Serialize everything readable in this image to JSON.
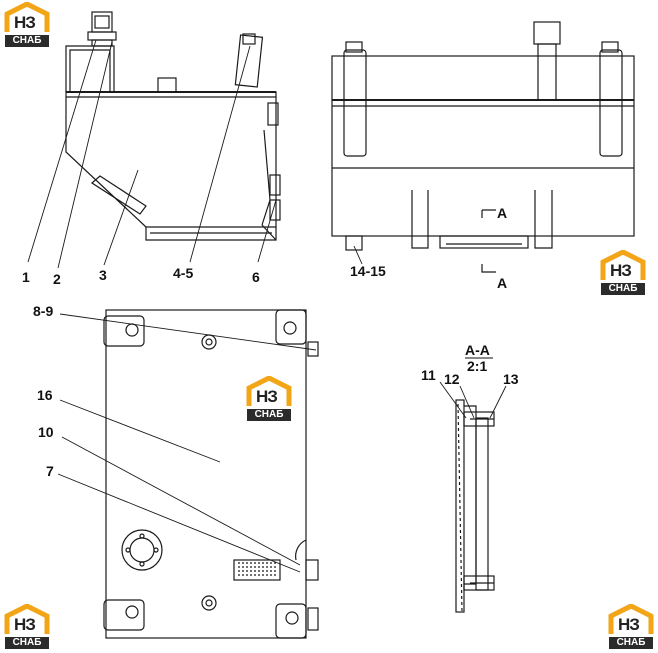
{
  "logo": {
    "main": "НЗ",
    "sub": "СНАБ"
  },
  "callouts": {
    "c1": "1",
    "c2": "2",
    "c3": "3",
    "c45": "4-5",
    "c6": "6",
    "c1415": "14-15",
    "cA_top": "A",
    "cA_bot": "A",
    "c89": "8-9",
    "c16": "16",
    "c10": "10",
    "c7": "7",
    "section_title": "A-A",
    "section_scale": "2:1",
    "c11": "11",
    "c12": "12",
    "c13": "13"
  },
  "colors": {
    "line": "#1a1a1a",
    "logo_orange": "#f2a516",
    "logo_dark": "#2b2b2b"
  }
}
